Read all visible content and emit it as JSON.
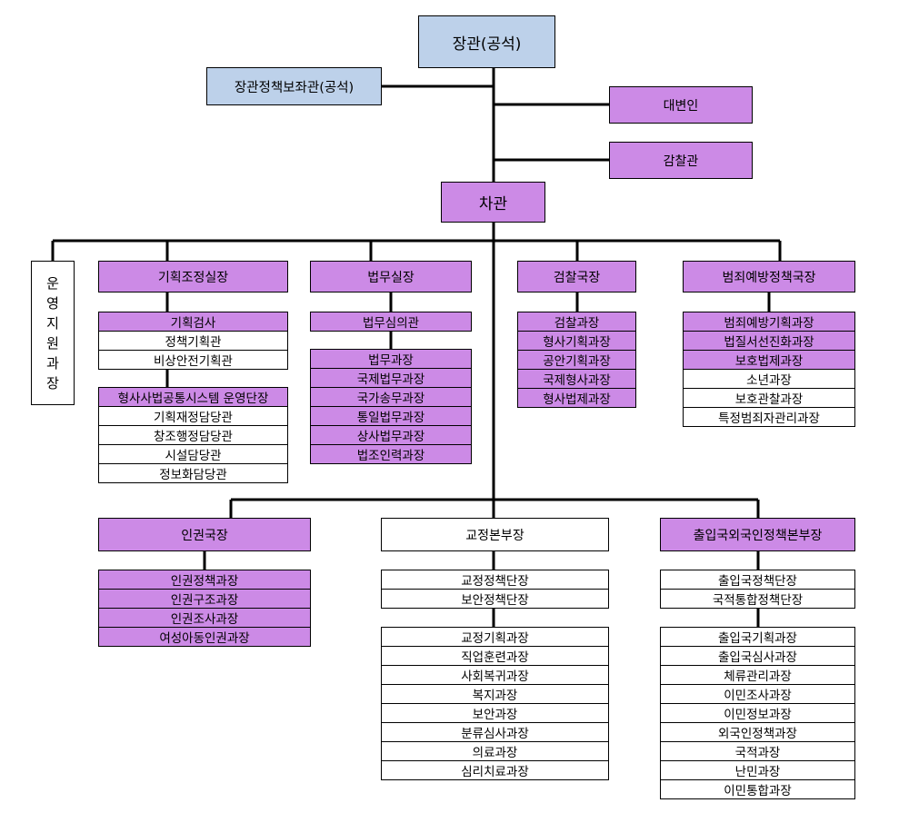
{
  "colors": {
    "purple": "#cc8ae6",
    "blue": "#bdd1ea",
    "line": "#000000"
  },
  "minister": "장관(공석)",
  "policy_advisor": "장관정책보좌관(공석)",
  "spokesperson": "대변인",
  "inspector": "감찰관",
  "vice_minister": "차관",
  "ops_support": [
    "운",
    "영",
    "지",
    "원",
    "과",
    "장"
  ],
  "planning": {
    "head": "기획조정실장",
    "group1": [
      {
        "label": "기획검사",
        "shaded": true
      },
      {
        "label": "정책기획관",
        "shaded": false
      },
      {
        "label": "비상안전기획관",
        "shaded": false
      }
    ],
    "group2": [
      {
        "label": "형사사법공통시스템 운영단장",
        "shaded": true
      },
      {
        "label": "기획재정담당관",
        "shaded": false
      },
      {
        "label": "창조행정담당관",
        "shaded": false
      },
      {
        "label": "시설담당관",
        "shaded": false
      },
      {
        "label": "정보화담당관",
        "shaded": false
      }
    ]
  },
  "legal": {
    "head": "법무실장",
    "group1": [
      {
        "label": "법무심의관",
        "shaded": true
      }
    ],
    "group2": [
      {
        "label": "법무과장",
        "shaded": true
      },
      {
        "label": "국제법무과장",
        "shaded": true
      },
      {
        "label": "국가송무과장",
        "shaded": true
      },
      {
        "label": "통일법무과장",
        "shaded": true
      },
      {
        "label": "상사법무과장",
        "shaded": true
      },
      {
        "label": "법조인력과장",
        "shaded": true
      }
    ]
  },
  "prosecution": {
    "head": "검찰국장",
    "group1": [
      {
        "label": "검찰과장",
        "shaded": true
      },
      {
        "label": "형사기획과장",
        "shaded": true
      },
      {
        "label": "공안기획과장",
        "shaded": true
      },
      {
        "label": "국제형사과장",
        "shaded": true
      },
      {
        "label": "형사법제과장",
        "shaded": true
      }
    ]
  },
  "crime_prevention": {
    "head": "범죄예방정책국장",
    "group1": [
      {
        "label": "범죄예방기획과장",
        "shaded": true
      },
      {
        "label": "법질서선진화과장",
        "shaded": true
      },
      {
        "label": "보호법제과장",
        "shaded": true
      },
      {
        "label": "소년과장",
        "shaded": false
      },
      {
        "label": "보호관찰과장",
        "shaded": false
      },
      {
        "label": "특정범죄자관리과장",
        "shaded": false
      }
    ]
  },
  "human_rights": {
    "head": "인권국장",
    "group1": [
      {
        "label": "인권정책과장",
        "shaded": true
      },
      {
        "label": "인권구조과장",
        "shaded": true
      },
      {
        "label": "인권조사과장",
        "shaded": true
      },
      {
        "label": "여성아동인권과장",
        "shaded": true
      }
    ]
  },
  "correction": {
    "head": "교정본부장",
    "group1": [
      {
        "label": "교정정책단장",
        "shaded": false
      },
      {
        "label": "보안정책단장",
        "shaded": false
      }
    ],
    "group2": [
      {
        "label": "교정기획과장",
        "shaded": false
      },
      {
        "label": "직업훈련과장",
        "shaded": false
      },
      {
        "label": "사회복귀과장",
        "shaded": false
      },
      {
        "label": "복지과장",
        "shaded": false
      },
      {
        "label": "보안과장",
        "shaded": false
      },
      {
        "label": "분류심사과장",
        "shaded": false
      },
      {
        "label": "의료과장",
        "shaded": false
      },
      {
        "label": "심리치료과장",
        "shaded": false
      }
    ]
  },
  "immigration": {
    "head": "출입국외국인정책본부장",
    "group1": [
      {
        "label": "출입국정책단장",
        "shaded": false
      },
      {
        "label": "국적통합정책단장",
        "shaded": false
      }
    ],
    "group2": [
      {
        "label": "출입국기획과장",
        "shaded": false
      },
      {
        "label": "출입국심사과장",
        "shaded": false
      },
      {
        "label": "체류관리과장",
        "shaded": false
      },
      {
        "label": "이민조사과장",
        "shaded": false
      },
      {
        "label": "이민정보과장",
        "shaded": false
      },
      {
        "label": "외국인정책과장",
        "shaded": false
      },
      {
        "label": "국적과장",
        "shaded": false
      },
      {
        "label": "난민과장",
        "shaded": false
      },
      {
        "label": "이민통합과장",
        "shaded": false
      }
    ]
  }
}
